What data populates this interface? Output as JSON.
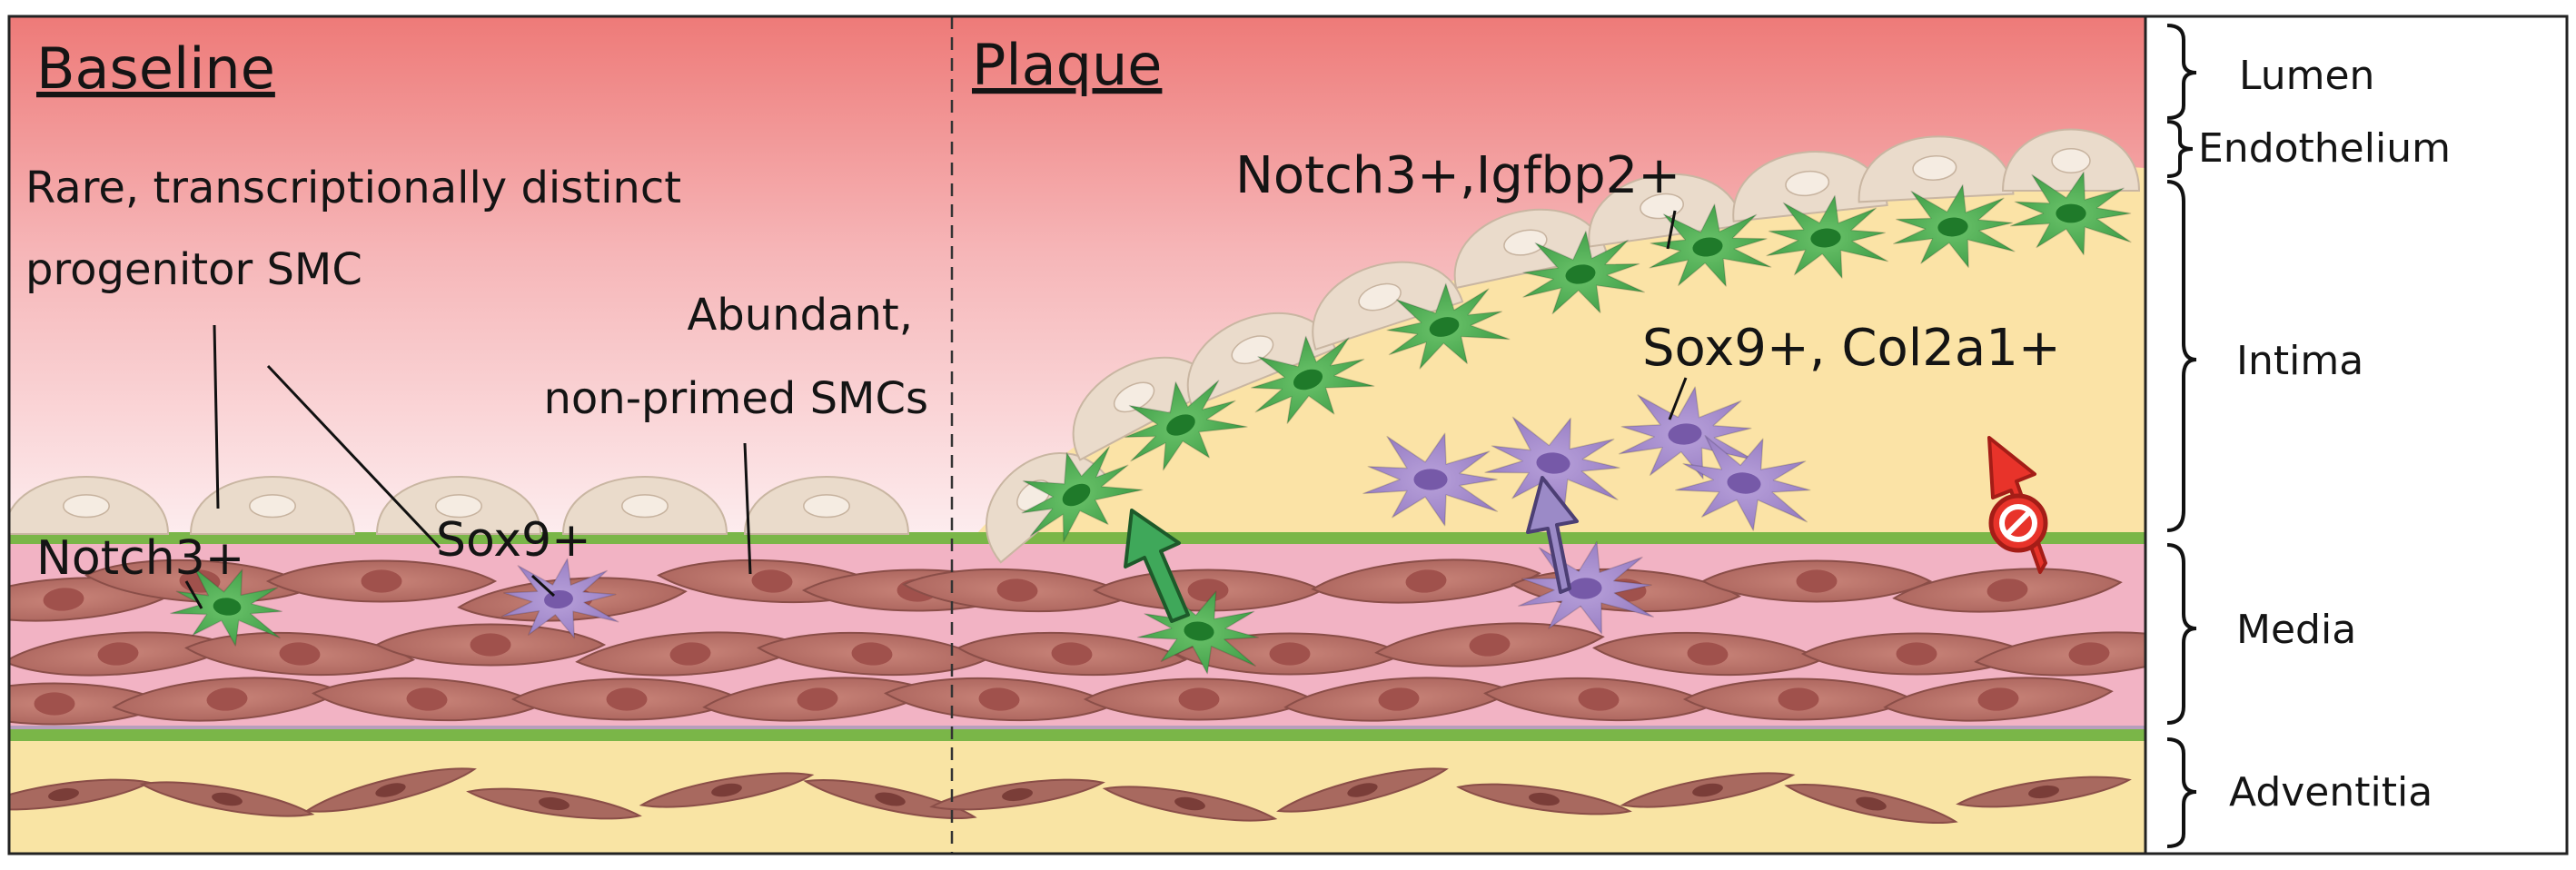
{
  "panels": {
    "baseline_title": "Baseline",
    "plaque_title": "Plaque"
  },
  "baseline": {
    "rare_line1": "Rare, transcriptionally distinct",
    "rare_line2": "progenitor SMC",
    "abundant_line1": "Abundant,",
    "abundant_line2": "non-primed SMCs",
    "notch3": "Notch3+",
    "sox9": "Sox9+"
  },
  "plaque": {
    "notch_igfbp": "Notch3+,Igfbp2+",
    "sox9_col2a1": "Sox9+, Col2a1+"
  },
  "layers": [
    "Lumen",
    "Endothelium",
    "Intima",
    "Media",
    "Adventitia"
  ],
  "colors": {
    "lumen_top": "#ef7f7b",
    "media": "#f2b3c4",
    "adventitia": "#f9e4a4",
    "intima": "#fbe3a6",
    "elastic_lamina": "#7ab648",
    "smc_brown": "#b5726a",
    "notch_green": "#4caf4f",
    "sox9_purple": "#a48ac9",
    "inhibit_red": "#e8332a",
    "endothelial": "#eadbcb"
  },
  "icons": [
    "green-arrow-icon",
    "purple-arrow-icon",
    "red-inhibited-arrow-icon"
  ]
}
